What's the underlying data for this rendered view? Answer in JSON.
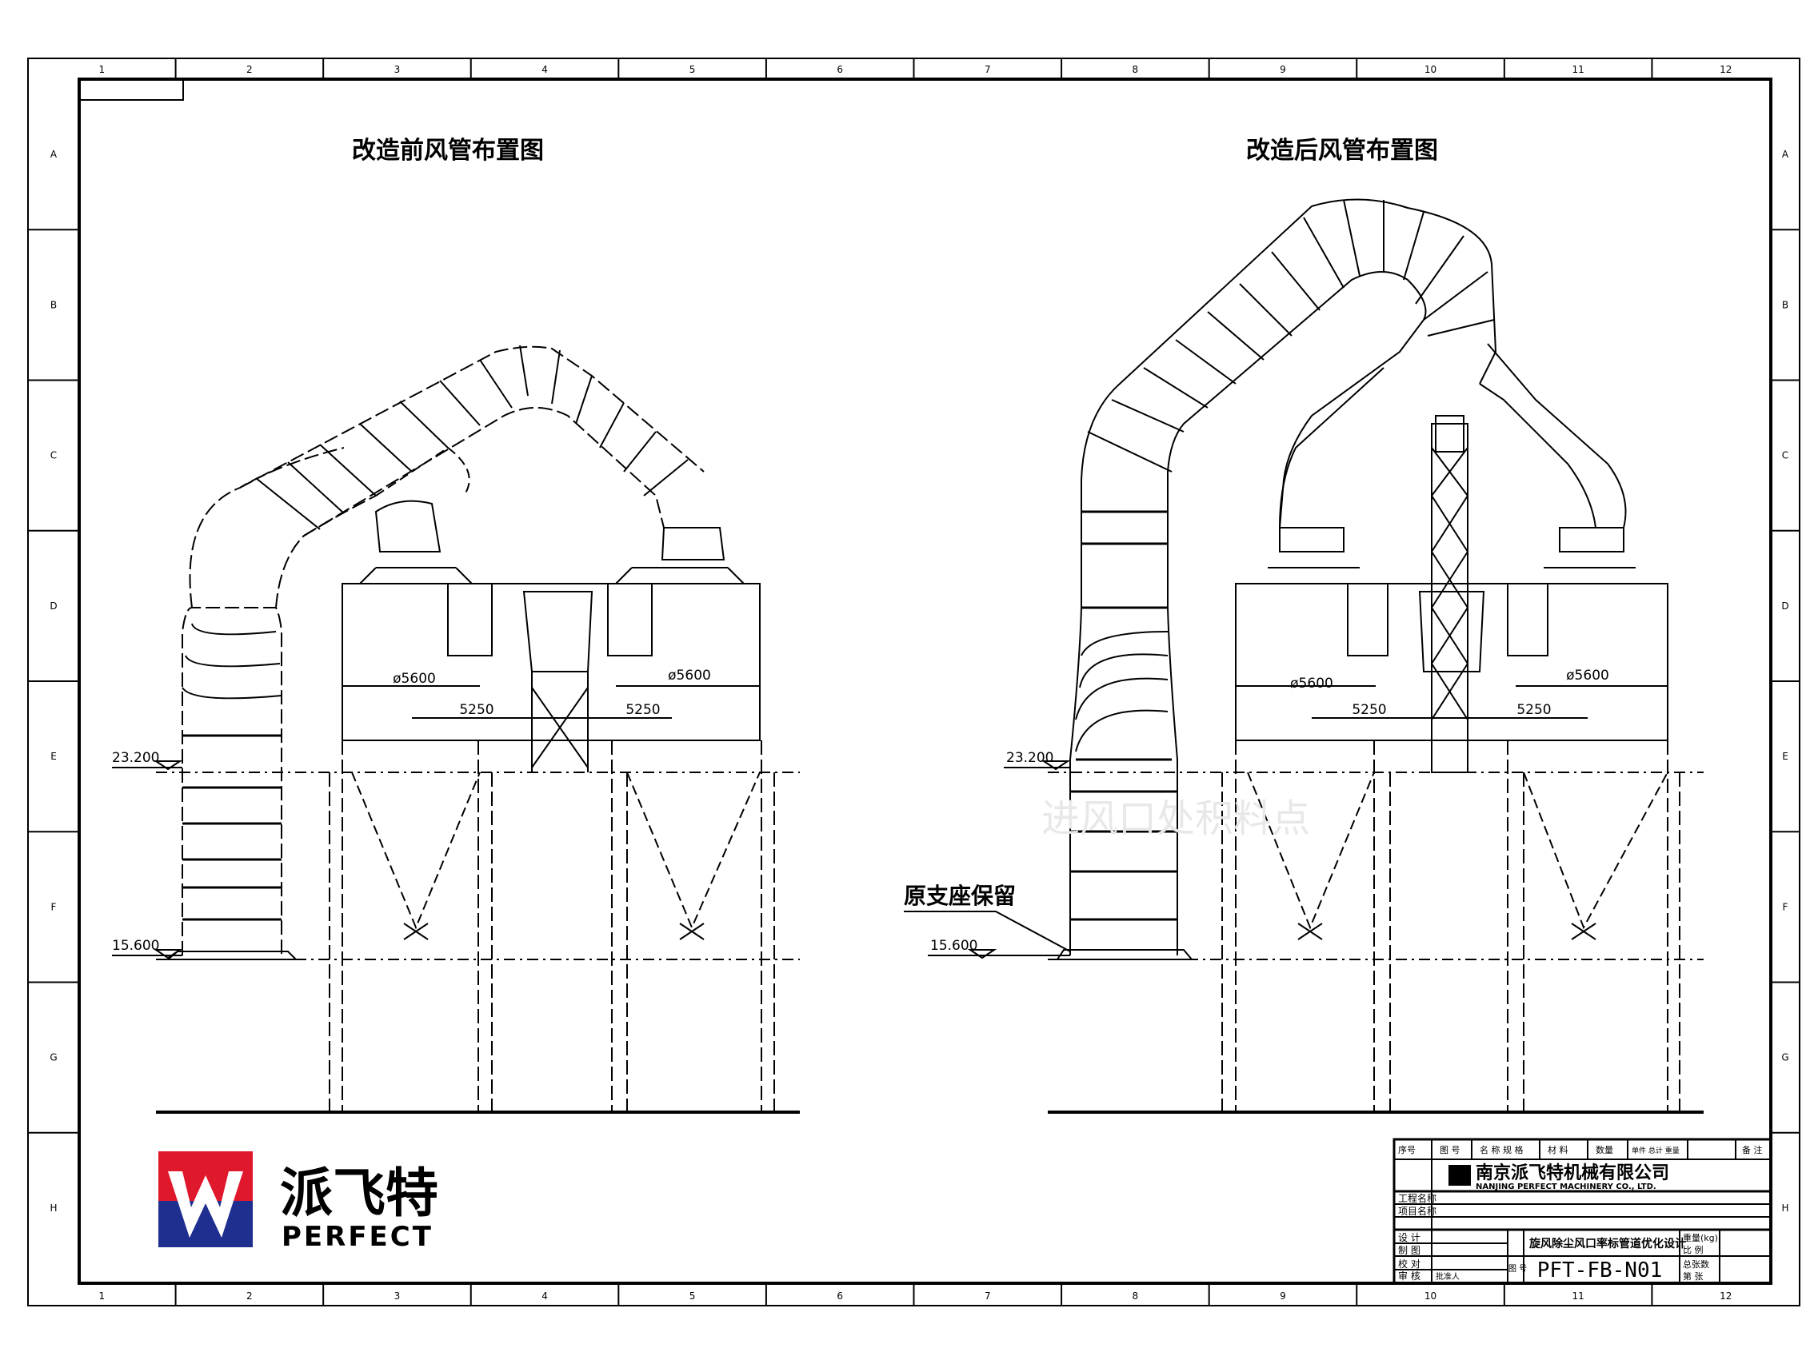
{
  "frame": {
    "columns": [
      "1",
      "2",
      "3",
      "4",
      "5",
      "6",
      "7",
      "8",
      "9",
      "10",
      "11",
      "12"
    ],
    "rows": [
      "A",
      "B",
      "C",
      "D",
      "E",
      "F",
      "G",
      "H"
    ]
  },
  "left_view": {
    "title": "改造前风管布置图",
    "dims": {
      "dia_left": "ø5600",
      "dia_right": "ø5600",
      "span_left": "5250",
      "span_right": "5250"
    },
    "elev_top": "23.200",
    "elev_bottom": "15.600"
  },
  "right_view": {
    "title": "改造后风管布置图",
    "dims": {
      "dia_left": "ø5600",
      "dia_right": "ø5600",
      "span_left": "5250",
      "span_right": "5250"
    },
    "elev_top": "23.200",
    "elev_bottom": "15.600",
    "note": "原支座保留"
  },
  "watermark": "进风口处积料点",
  "logo": {
    "cn": "派飞特",
    "en": "PERFECT",
    "colors": {
      "red": "#e0182c",
      "blue": "#1f2f8f"
    }
  },
  "title_block": {
    "header": [
      "序号",
      "图 号",
      "名 称 规 格",
      "材 料",
      "数量",
      "单件 总计 重量",
      "备 注"
    ],
    "company_cn": "南京派飞特机械有限公司",
    "company_en": "NANJING PERFECT MACHINERY CO., LTD.",
    "rows_left": [
      "工程名称",
      "项目名称",
      "设 计",
      "制 图",
      "校 对",
      "审 核",
      "批准人"
    ],
    "drawing_title": "旋风除尘风口率标管道优化设计",
    "drawing_no_label": "图 号",
    "drawing_no": "PFT-FB-N01",
    "right_labels": [
      "重量(kg)",
      "比 例",
      "总张数",
      "第 张"
    ]
  }
}
